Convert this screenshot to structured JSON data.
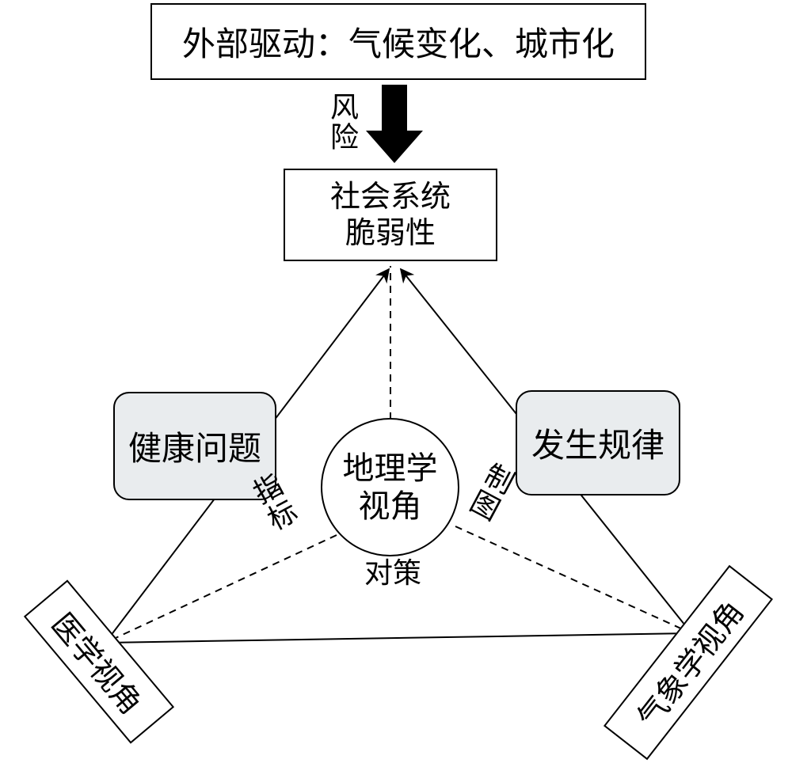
{
  "driver": {
    "label": "外部驱动：气候变化、城市化"
  },
  "risk_label": "风险",
  "vulnerability": {
    "line1": "社会系统",
    "line2": "脆弱性"
  },
  "health": {
    "label": "健康问题"
  },
  "pattern": {
    "label": "发生规律"
  },
  "geography": {
    "line1": "地理学",
    "line2": "视角"
  },
  "edge_labels": {
    "indicator": "指标",
    "mapping": "制图",
    "countermeasure": "对策"
  },
  "medical": {
    "label": "医学视角"
  },
  "meteorology": {
    "label": "气象学视角"
  }
}
